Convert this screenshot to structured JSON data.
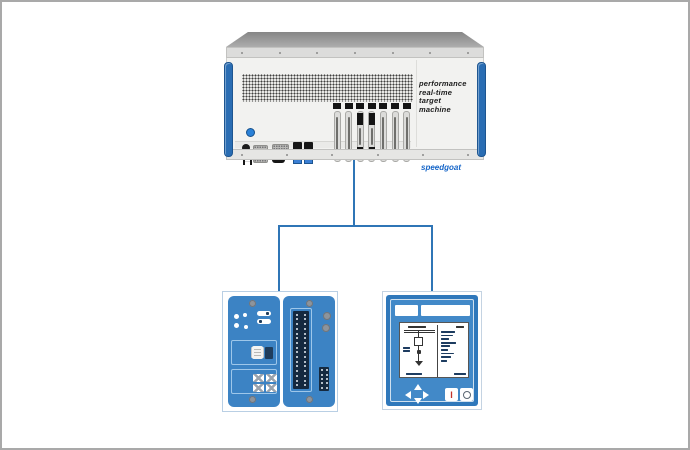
{
  "machine": {
    "label_lines": [
      "performance",
      "real-time",
      "target",
      "machine"
    ],
    "brand": "speedgoat",
    "slot_count": 7,
    "occupied_slots": [
      2,
      3
    ]
  },
  "relay_panel": {
    "on_button_label": "I"
  },
  "colors": {
    "accent_blue": "#2f75b6",
    "handle_blue": "#2a6db3",
    "pcb_blue": "#3c83c4",
    "relay_frame_blue": "#2f78bb",
    "relay_panel_blue": "#4289c8",
    "brand_blue": "#1565c8",
    "on_button_red": "#c5342b"
  }
}
